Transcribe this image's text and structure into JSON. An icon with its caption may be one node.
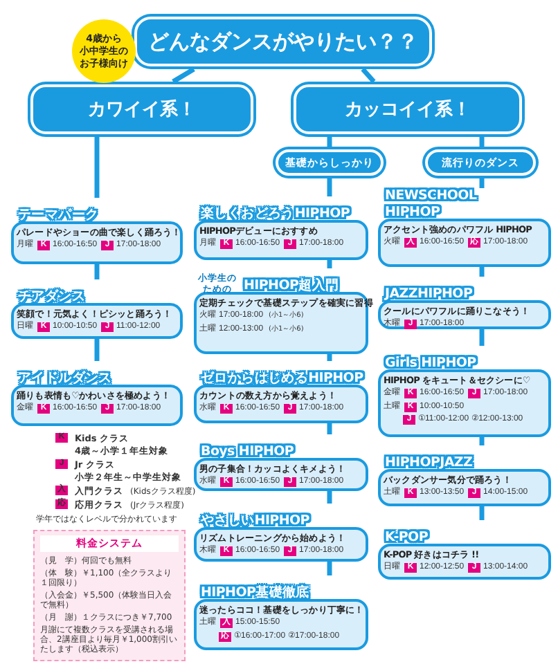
{
  "diagram": {
    "nodes": [
      {
        "text": [
          "どんなダンスがやりたい？？"
        ]
      },
      {
        "text": [
          "4歳から小中学生のお子様向け"
        ]
      },
      {
        "text": [
          "カワイイ系！"
        ]
      },
      {
        "text": [
          "カッコイイ系！"
        ]
      },
      {
        "text": [
          "基礎からしっかり"
        ]
      },
      {
        "text": [
          "流行りのダンス"
        ]
      },
      {
        "text": [
          "テーマパーク",
          "パレードやショーの曲で楽しく踊ろう！",
          "月曜",
          "K",
          "16:00-16:50",
          "J",
          "17:00-18:00"
        ]
      },
      {
        "text": [
          "チアダンス",
          "笑顔で！元気よく！ピシッと踊ろう！",
          "日曜",
          "K",
          "10:00-10:50",
          "J",
          "11:00-12:00"
        ]
      },
      {
        "text": [
          "アイドルダンス",
          "踊りも表情も♡かわいさを極めよう！",
          "金曜",
          "K",
          "16:00-16:50",
          "J",
          "17:00-18:00"
        ]
      },
      {
        "text": [
          "楽しくおどろうHIPHOP",
          "HIPHOPデビューにおすすめ",
          "月曜",
          "K",
          "16:00-16:50",
          "J",
          "17:00-18:00"
        ]
      },
      {
        "text": [
          "小学生のための",
          "HIPHOP超入門",
          "定期チェックで基礎ステップを確実に習得",
          "火曜",
          "17:00-18:00",
          "(小1～小6)",
          "土曜",
          "12:00-13:00",
          "(小1～小6)"
        ]
      },
      {
        "text": [
          "ゼロからはじめるHIPHOP",
          "カウントの数え方から覚えよう！",
          "水曜",
          "K",
          "16:00-16:50",
          "J",
          "17:00-18:00"
        ]
      },
      {
        "text": [
          "Boys HIPHOP",
          "男の子集合！カッコよくキメよう！",
          "水曜",
          "K",
          "16:00-16:50",
          "J",
          "17:00-18:00"
        ]
      },
      {
        "text": [
          "やさしいHIPHOP",
          "リズムトレーニングから始めよう！",
          "木曜",
          "K",
          "16:00-16:50",
          "J",
          "17:00-18:00"
        ]
      },
      {
        "text": [
          "HIPHOP基礎徹底",
          "迷ったらココ！基礎をしっかり丁寧に！",
          "土曜",
          "入",
          "15:00-15:50",
          "応",
          "①16:00-17:00",
          "②17:00-18:00"
        ]
      },
      {
        "text": [
          "NEWSCHOOL HIPHOP",
          "アクセント強めのパワフル HIPHOP",
          "火曜",
          "入",
          "16:00-16:50",
          "応",
          "17:00-18:00"
        ]
      },
      {
        "text": [
          "JAZZHIPHOP",
          "クールにパワフルに踊りこなそう！",
          "木曜",
          "J",
          "17:00-18:00"
        ]
      },
      {
        "text": [
          "Girls HIPHOP",
          "HIPHOP をキュート＆セクシーに♡",
          "金曜",
          "K",
          "16:00-16:50",
          "J",
          "17:00-18:00",
          "土曜",
          "K",
          "10:00-10:50",
          "J",
          "①11:00-12:00",
          "②12:00-13:00"
        ]
      },
      {
        "text": [
          "HIPHOPJAZZ",
          "バックダンサー気分で踊ろう！",
          "土曜",
          "K",
          "13:00-13:50",
          "J",
          "14:00-15:00"
        ]
      },
      {
        "text": [
          "K-POP",
          "K-POP 好きはコチラ !!",
          "日曜",
          "K",
          "12:00-12:50",
          "J",
          "13:00-14:00"
        ]
      },
      {
        "text": [
          "料金システム",
          "（見　学）何回でも無料",
          "（体　験）￥1,100（全クラスより１回限り）",
          "（入会金）￥5,500（体験当日入会で無料）",
          "（月　謝）１クラスにつき￥7,700",
          "月謝にて複数クラスを受講される場合、2講座目より毎月￥1,000割引いたします（税込表示）"
        ]
      }
    ],
    "edges": [
      {
        "from": 0,
        "to": 2,
        "arrow": "none"
      },
      {
        "from": 0,
        "to": 3,
        "arrow": "none"
      },
      {
        "from": 2,
        "to": 6,
        "arrow": "none"
      },
      {
        "from": 6,
        "to": 7,
        "arrow": "none"
      },
      {
        "from": 7,
        "to": 8,
        "arrow": "none"
      },
      {
        "from": 3,
        "to": 4,
        "arrow": "none"
      },
      {
        "from": 3,
        "to": 5,
        "arrow": "none"
      },
      {
        "from": 4,
        "to": 9,
        "arrow": "none"
      },
      {
        "from": 9,
        "to": 10,
        "arrow": "none"
      },
      {
        "from": 10,
        "to": 11,
        "arrow": "none"
      },
      {
        "from": 11,
        "to": 12,
        "arrow": "none"
      },
      {
        "from": 12,
        "to": 13,
        "arrow": "none"
      },
      {
        "from": 13,
        "to": 14,
        "arrow": "none"
      },
      {
        "from": 5,
        "to": 15,
        "arrow": "none"
      },
      {
        "from": 15,
        "to": 16,
        "arrow": "none"
      },
      {
        "from": 16,
        "to": 17,
        "arrow": "none"
      },
      {
        "from": 17,
        "to": 18,
        "arrow": "none"
      },
      {
        "from": 18,
        "to": 19,
        "arrow": "none"
      }
    ],
    "labels": [
      "K",
      "Kids クラス",
      "4歳～小学１年生対象",
      "J",
      "Jr クラス",
      "小学２年生～中学生対象",
      "入",
      "入門クラス",
      "(Kidsクラス程度)",
      "応",
      "応用クラス",
      "(Jrクラス程度)",
      "学年ではなくレベルで分かれています"
    ]
  }
}
